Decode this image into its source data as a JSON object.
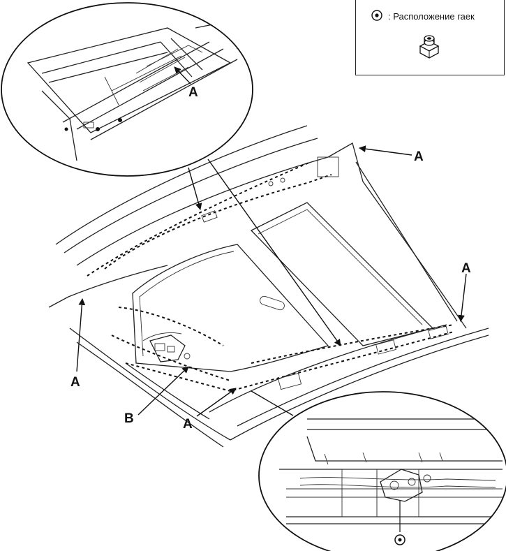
{
  "legend": {
    "text": ": Расположение гаек",
    "symbol_icon": "nut-location-marker-icon",
    "nut_icon": "hex-nut-icon"
  },
  "labels": {
    "a_top_detail": "A",
    "a_top_right": "A",
    "a_right": "A",
    "a_left": "A",
    "a_bottom": "A",
    "b_label": "B"
  },
  "colors": {
    "ink": "#111111",
    "background": "#ffffff"
  }
}
